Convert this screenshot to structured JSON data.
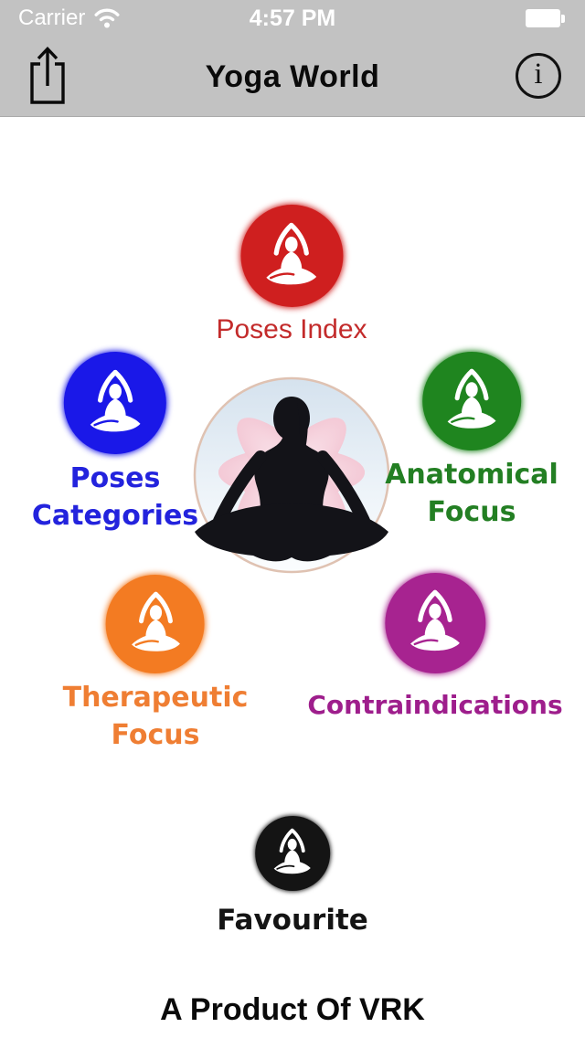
{
  "status_bar": {
    "carrier": "Carrier",
    "time": "4:57 PM",
    "wifi_icon": "wifi-icon",
    "battery_icon": "battery-icon",
    "text_color": "#ffffff",
    "bar_color": "#c2c2c2"
  },
  "nav_bar": {
    "title": "Yoga World",
    "share_icon": "share-icon",
    "info_icon": "info-icon",
    "info_glyph": "i"
  },
  "menu": {
    "items": [
      {
        "id": "poses-index",
        "label_lines": [
          "Poses Index"
        ],
        "circle_color": "#cf1f1f",
        "label_color": "#c32b2b",
        "icon": "yoga-pose-icon"
      },
      {
        "id": "poses-categories",
        "label_lines": [
          "Poses",
          "Categories"
        ],
        "circle_color": "#1a18e8",
        "label_color": "#2323dd",
        "icon": "yoga-pose-icon"
      },
      {
        "id": "anatomical-focus",
        "label_lines": [
          "Anatomical",
          "Focus"
        ],
        "circle_color": "#1f851f",
        "label_color": "#237f23",
        "icon": "yoga-pose-icon"
      },
      {
        "id": "therapeutic-focus",
        "label_lines": [
          "Therapeutic",
          "Focus"
        ],
        "circle_color": "#f37b22",
        "label_color": "#ef7e33",
        "icon": "yoga-pose-icon"
      },
      {
        "id": "contraindications",
        "label_lines": [
          "Contraindications"
        ],
        "circle_color": "#a72390",
        "label_color": "#9e1e8c",
        "icon": "yoga-pose-icon"
      },
      {
        "id": "favourite",
        "label_lines": [
          "Favourite"
        ],
        "circle_color": "#141414",
        "label_color": "#141414",
        "icon": "yoga-pose-icon"
      }
    ]
  },
  "hero": {
    "image": "lotus-meditation-silhouette",
    "petal_color": "#f4c9d6",
    "ring_color": "#dfc2b2"
  },
  "footer": {
    "text": "A Product Of VRK"
  }
}
